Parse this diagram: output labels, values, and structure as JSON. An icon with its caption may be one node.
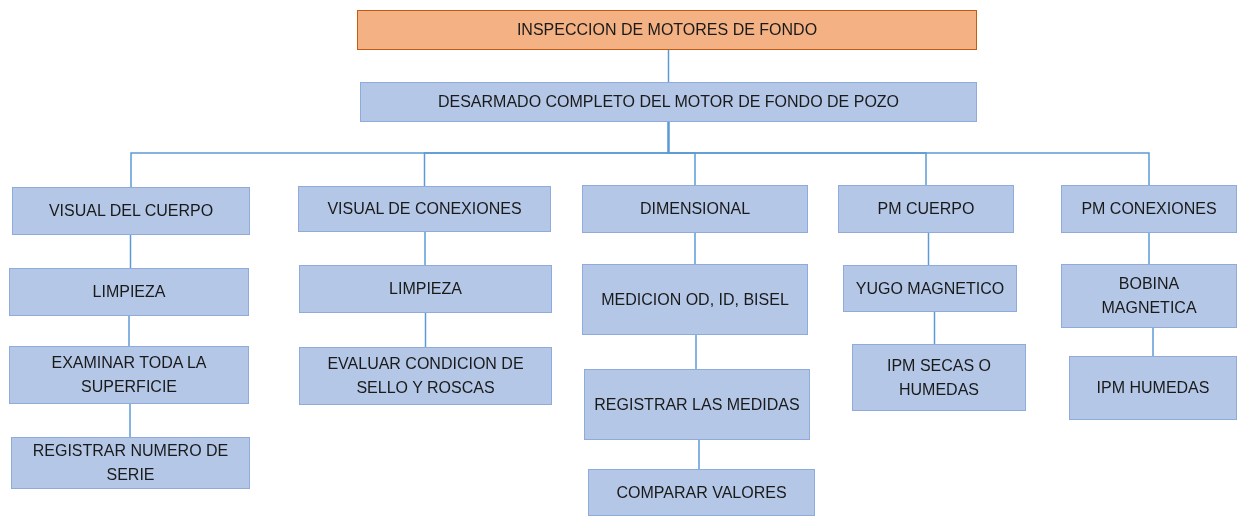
{
  "diagram": {
    "nodes": [
      {
        "text": [
          "INSPECCION DE MOTORES DE FONDO"
        ]
      },
      {
        "text": [
          "DESARMADO COMPLETO DEL MOTOR DE FONDO DE POZO"
        ]
      },
      {
        "text": [
          "VISUAL DEL CUERPO"
        ]
      },
      {
        "text": [
          "VISUAL DE CONEXIONES"
        ]
      },
      {
        "text": [
          "DIMENSIONAL"
        ]
      },
      {
        "text": [
          "PM CUERPO"
        ]
      },
      {
        "text": [
          "PM CONEXIONES"
        ]
      },
      {
        "text": [
          "LIMPIEZA"
        ]
      },
      {
        "text": [
          "EXAMINAR TODA LA SUPERFICIE"
        ]
      },
      {
        "text": [
          "REGISTRAR NUMERO DE SERIE"
        ]
      },
      {
        "text": [
          "LIMPIEZA"
        ]
      },
      {
        "text": [
          "EVALUAR CONDICION DE SELLO Y ROSCAS"
        ]
      },
      {
        "text": [
          "MEDICION OD, ID, BISEL"
        ]
      },
      {
        "text": [
          "REGISTRAR LAS MEDIDAS"
        ]
      },
      {
        "text": [
          "COMPARAR VALORES"
        ]
      },
      {
        "text": [
          "YUGO MAGNETICO"
        ]
      },
      {
        "text": [
          "IPM SECAS O HUMEDAS"
        ]
      },
      {
        "text": [
          "BOBINA MAGNETICA"
        ]
      },
      {
        "text": [
          "IPM HUMEDAS"
        ]
      }
    ],
    "edges": [
      {
        "from": 0,
        "to": 1,
        "arrow": "none"
      },
      {
        "from": 1,
        "to": 2,
        "arrow": "none"
      },
      {
        "from": 1,
        "to": 3,
        "arrow": "none"
      },
      {
        "from": 1,
        "to": 4,
        "arrow": "none"
      },
      {
        "from": 1,
        "to": 5,
        "arrow": "none"
      },
      {
        "from": 1,
        "to": 6,
        "arrow": "none"
      },
      {
        "from": 2,
        "to": 7,
        "arrow": "none"
      },
      {
        "from": 7,
        "to": 8,
        "arrow": "none"
      },
      {
        "from": 8,
        "to": 9,
        "arrow": "none"
      },
      {
        "from": 3,
        "to": 10,
        "arrow": "none"
      },
      {
        "from": 10,
        "to": 11,
        "arrow": "none"
      },
      {
        "from": 4,
        "to": 12,
        "arrow": "none"
      },
      {
        "from": 12,
        "to": 13,
        "arrow": "none"
      },
      {
        "from": 13,
        "to": 14,
        "arrow": "none"
      },
      {
        "from": 5,
        "to": 15,
        "arrow": "none"
      },
      {
        "from": 15,
        "to": 16,
        "arrow": "none"
      },
      {
        "from": 6,
        "to": 17,
        "arrow": "none"
      },
      {
        "from": 17,
        "to": 18,
        "arrow": "none"
      }
    ]
  }
}
